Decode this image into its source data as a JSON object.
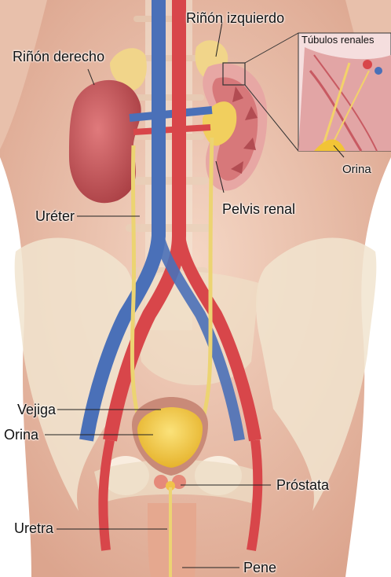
{
  "labels": {
    "right_kidney": "Riñón derecho",
    "left_kidney": "Riñón izquierdo",
    "renal_tubules": "Túbulos renales",
    "urine_top": "Orina",
    "ureter": "Uréter",
    "renal_pelvis": "Pelvis renal",
    "bladder": "Vejiga",
    "urine_bladder": "Orina",
    "prostate": "Próstata",
    "urethra": "Uretra",
    "penis": "Pene"
  },
  "colors": {
    "skin": "#ecc6b2",
    "kidney": "#c8565a",
    "artery": "#d8464a",
    "vein": "#4a70b8",
    "ureter": "#ecd472",
    "urine": "#f2c436",
    "bone": "#f1e4cf"
  }
}
